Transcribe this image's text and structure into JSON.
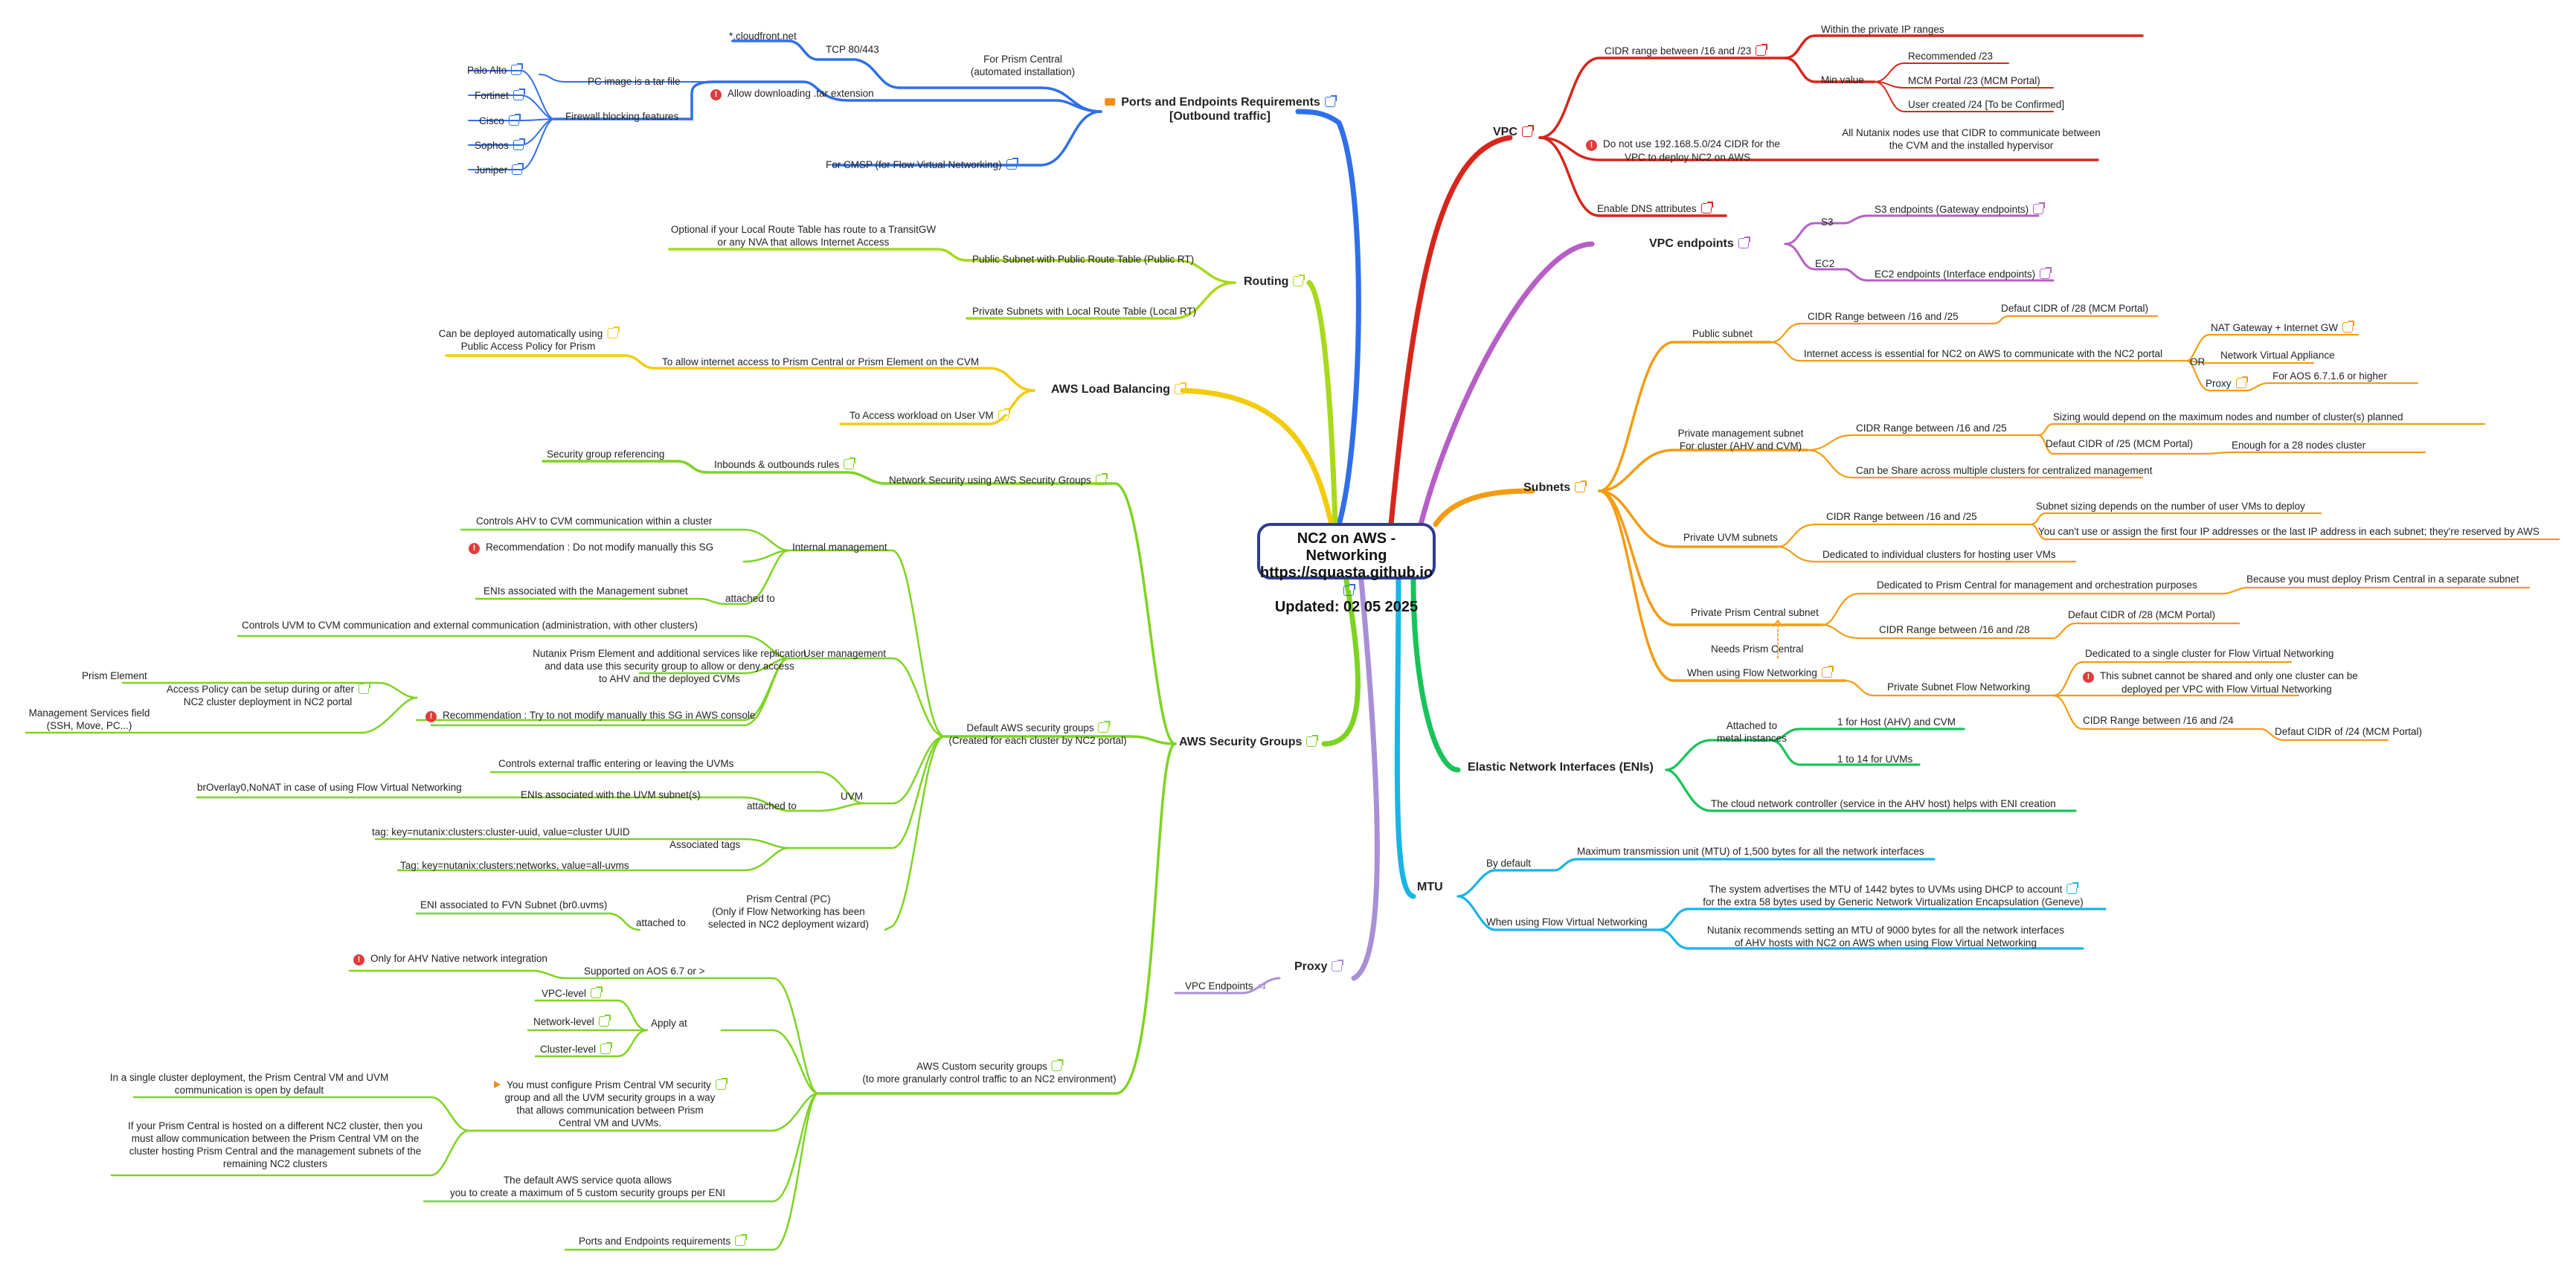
{
  "root": {
    "line1": "NC2 on AWS - Networking",
    "line2": "https://squasta.github.io",
    "line3": "Updated: 02 05 2025"
  },
  "ports": {
    "title": "Ports and Endpoints Requirements",
    "title2": "[Outbound traffic]",
    "prism_central": "For Prism Central",
    "prism_central2": "(automated installation)",
    "tcp": "TCP 80/443",
    "cloudfront": "*.cloudfront.net",
    "allow_tar": "Allow downloading .tar extension",
    "pc_image": "PC image is a tar file",
    "firewall": "Firewall blocking features",
    "vendors": [
      "Palo Alto",
      "Fortinet",
      "Cisco",
      "Sophos",
      "Juniper"
    ],
    "cmsp": "For CMSP (for Flow Virtual Networking)"
  },
  "routing": {
    "title": "Routing",
    "public": "Public Subnet with Public Route Table (Public RT)",
    "optional1": "Optional if your Local Route Table has route to a TransitGW",
    "optional2": "or any NVA that allows Internet Access",
    "private": "Private Subnets with Local Route Table (Local RT)"
  },
  "lb": {
    "title": "AWS Load Balancing",
    "internet": "To allow internet access to Prism Central or Prism Element on the CVM",
    "auto1": "Can be deployed automatically using",
    "auto2": "Public Access Policy for Prism",
    "workload": "To Access workload on User VM"
  },
  "sg": {
    "title": "AWS Security Groups",
    "nsg": "Network Security using AWS Security Groups",
    "inout": "Inbounds & outbounds rules",
    "sgref": "Security group referencing",
    "default1": "Default AWS security groups",
    "default2": "(Created for each cluster by NC2 portal)",
    "internal": "Internal management",
    "ahv_cvm": "Controls AHV to CVM communication within a cluster",
    "reco1": "Recommendation : Do not modify manually  this SG",
    "attached": "attached to",
    "enis_mgmt": "ENIs associated with the Management subnet",
    "user_mgmt": "User management",
    "uvm_cvm": "Controls UVM to CVM communication and external communication (administration, with other clusters)",
    "nutanix_pe1": "Nutanix Prism Element and additional services like replication",
    "nutanix_pe2": "and data use this security group to allow or deny access",
    "nutanix_pe3": "to AHV and the deployed CVMs",
    "access1": "Access Policy can be setup during or after",
    "access2": "NC2 cluster deployment in NC2 portal",
    "prism_element": "Prism Element",
    "mgmt_services1": "Management Services field",
    "mgmt_services2": "(SSH, Move, PC...)",
    "reco2": "Recommendation : Try to not modify manually this SG in AWS console",
    "uvm": "UVM",
    "uvm_ctrl": "Controls external traffic entering or leaving the UVMs",
    "enis_uvm": "ENIs associated with the UVM subnet(s)",
    "attached_to": "attached to",
    "br": "brOverlay0,NoNAT in case of using Flow Virtual Networking",
    "tags": "Associated tags",
    "tag1": "tag: key=nutanix:clusters:cluster-uuid, value=cluster UUID",
    "tag2": "Tag: key=nutanix:clusters:networks, value=all-uvms",
    "pc1": "Prism Central (PC)",
    "pc2": "(Only if Flow Networking has been",
    "pc3": "selected in NC2 deployment wizard)",
    "eni_fvn": "ENI associated to FVN Subnet (br0.uvms)",
    "attached3": "attached to",
    "custom1": "AWS Custom security groups",
    "custom2": "(to more granularly control traffic to an NC2 environment)",
    "supported": "Supported on AOS 6.7 or >",
    "ahv_only": "Only for AHV Native network integration",
    "apply": "Apply at",
    "levels": [
      "VPC-level",
      "Network-level",
      "Cluster-level"
    ],
    "must1": "You must configure Prism Central VM security",
    "must2": "group and all the UVM security groups in a way",
    "must3": "that allows communication between Prism",
    "must4": "Central VM and UVMs.",
    "single1": "In a single cluster deployment, the Prism Central VM and UVM",
    "single2": "communication is open by default",
    "diff1": "If your Prism Central is hosted on a different NC2 cluster, then you",
    "diff2": "must allow communication between the Prism Central VM on the",
    "diff3": "cluster hosting Prism Central and the management subnets of the",
    "diff4": "remaining NC2 clusters",
    "quota1": "The default AWS service quota allows",
    "quota2": "you to create a maximum of 5 custom security groups per ENI",
    "ports": "Ports and Endpoints requirements"
  },
  "proxy": {
    "title": "Proxy",
    "endpoints": "VPC Endpoints"
  },
  "vpc": {
    "title": "VPC",
    "cidr": "CIDR range between /16 and /23",
    "private_ranges": "Within the private IP ranges",
    "min": "Min value",
    "rec": "Recommended /23",
    "mcm": "MCM Portal /23 (MCM Portal)",
    "user": "User created /24 [To be Confirmed]",
    "donot1": "Do not use 192.168.5.0/24 CIDR for the",
    "donot2": "VPC to deploy NC2 on AWS",
    "all1": "All Nutanix nodes use that CIDR to communicate between",
    "all2": "the CVM and the installed hypervisor",
    "dns": "Enable DNS attributes"
  },
  "vpce": {
    "title": "VPC endpoints",
    "s3": "S3",
    "s3gw": "S3 endpoints (Gateway endpoints)",
    "ec2": "EC2",
    "ec2if": "EC2 endpoints (Interface endpoints)"
  },
  "subnets": {
    "title": "Subnets",
    "public": "Public subnet",
    "pub_cidr": "CIDR Range between /16 and /25",
    "pub_def": "Defaut CIDR of /28 (MCM Portal)",
    "internet": "Internet access is essential for NC2 on AWS to communicate with the NC2 portal",
    "or": "OR",
    "nat": "NAT Gateway + Internet GW",
    "nva": "Network Virtual Appliance",
    "proxy": "Proxy",
    "aos": "For AOS 6.7.1.6 or higher",
    "pm1": "Private management subnet",
    "pm2": "For cluster (AHV and CVM)",
    "pm_cidr": "CIDR Range between /16 and /25",
    "sizing": "Sizing would depend on the maximum nodes and number of cluster(s) planned",
    "pm_def": "Defaut CIDR of /25 (MCM Portal)",
    "enough": "Enough for a 28 nodes cluster",
    "share": "Can be Share across multiple clusters for centralized management",
    "uvm": "Private UVM subnets",
    "uvm_cidr": "CIDR Range between /16 and /25",
    "uvm_size": "Subnet sizing depends on the number of user VMs to deploy",
    "uvm_reserved": "You can't use or assign the first four IP addresses or the last IP address in each subnet; they're reserved by AWS",
    "uvm_ded": "Dedicated to individual clusters for hosting user VMs",
    "ppc": "Private Prism Central subnet",
    "ppc_ded": "Dedicated to Prism Central for management and orchestration purposes",
    "ppc_because": "Because you must deploy Prism Central in a separate subnet",
    "ppc_cidr": "CIDR Range between /16 and /28",
    "ppc_def": "Defaut CIDR of /28 (MCM Portal)",
    "needs": "Needs Prism Central",
    "flow": "When using Flow Networking",
    "psfn": "Private Subnet Flow Networking",
    "psfn_ded": "Dedicated to a single cluster for Flow Virtual Networking",
    "psfn_warn1": "This subnet cannot be shared and only one cluster can be",
    "psfn_warn2": "deployed per VPC with Flow Virtual Networking",
    "psfn_cidr": "CIDR Range between /16 and /24",
    "psfn_def": "Defaut CIDR of /24 (MCM Portal)"
  },
  "eni": {
    "title": "Elastic Network Interfaces (ENIs)",
    "attached1": "Attached to",
    "attached2": "metal instances",
    "one": "1 for Host (AHV) and CVM",
    "uvms": "1 to 14 for UVMs",
    "ctrl": "The cloud network controller (service in the AHV host) helps with ENI creation"
  },
  "mtu": {
    "title": "MTU",
    "default": "By default",
    "maxu": "Maximum transmission unit (MTU) of 1,500 bytes for all the network interfaces",
    "flow": "When using Flow Virtual Networking",
    "adv1": "The system advertises the MTU of 1442 bytes to UVMs using DHCP to account",
    "adv2": "for the extra 58 bytes used by Generic Network Virtualization Encapsulation (Geneve)",
    "rec1": "Nutanix recommends setting an MTU of 9000 bytes for all the network interfaces",
    "rec2": "of AHV hosts with NC2 on AWS when using Flow Virtual Networking"
  },
  "colors": {
    "blue": "#2f6fe8",
    "lime": "#a7d91c",
    "yellow": "#f2cc0c",
    "green": "#7ed321",
    "purple": "#a98fd6",
    "red": "#d6261c",
    "magenta": "#b65fc6",
    "orange": "#f39c12",
    "emerald": "#19c35a",
    "cyan": "#19b4e8",
    "navy": "#2f3d8f"
  }
}
